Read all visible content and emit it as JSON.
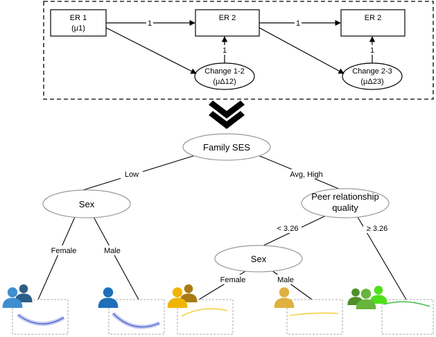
{
  "top_model": {
    "er1": {
      "line1": "ER 1",
      "line2": "(μ1)"
    },
    "er2a": {
      "line1": "ER 2"
    },
    "er2b": {
      "line1": "ER 2"
    },
    "change12": {
      "line1": "Change 1-2",
      "line2": "(μΔ12)"
    },
    "change23": {
      "line1": "Change 2-3",
      "line2": "(μΔ23)"
    },
    "path_labels": {
      "er1_er2": "1",
      "er2_er2": "1",
      "change12_er2": "1",
      "change23_er2": "1"
    }
  },
  "tree": {
    "root": "Family SES",
    "root_left_edge": "Low",
    "root_right_edge": "Avg, High",
    "left_node": "Sex",
    "left_female": "Female",
    "left_male": "Male",
    "right_node_line1": "Peer relationship",
    "right_node_line2": "quality",
    "right_left_edge": "< 3.26",
    "right_right_edge": "≥ 3.26",
    "inner_node": "Sex",
    "inner_female": "Female",
    "inner_male": "Male"
  },
  "colors": {
    "blue_light": "#3d8fd0",
    "blue_dark": "#2c5e8a",
    "blue_mid": "#1e6fb8",
    "gold": "#f0b400",
    "brown": "#a87a12",
    "gold_light": "#e0b040",
    "green_dark": "#4f8f2a",
    "green_mid": "#66b53d",
    "green_bright": "#4fe01a",
    "curve_blue": "#5b6fd6",
    "curve_yellow": "#f3d240",
    "curve_green": "#4fc04f"
  }
}
